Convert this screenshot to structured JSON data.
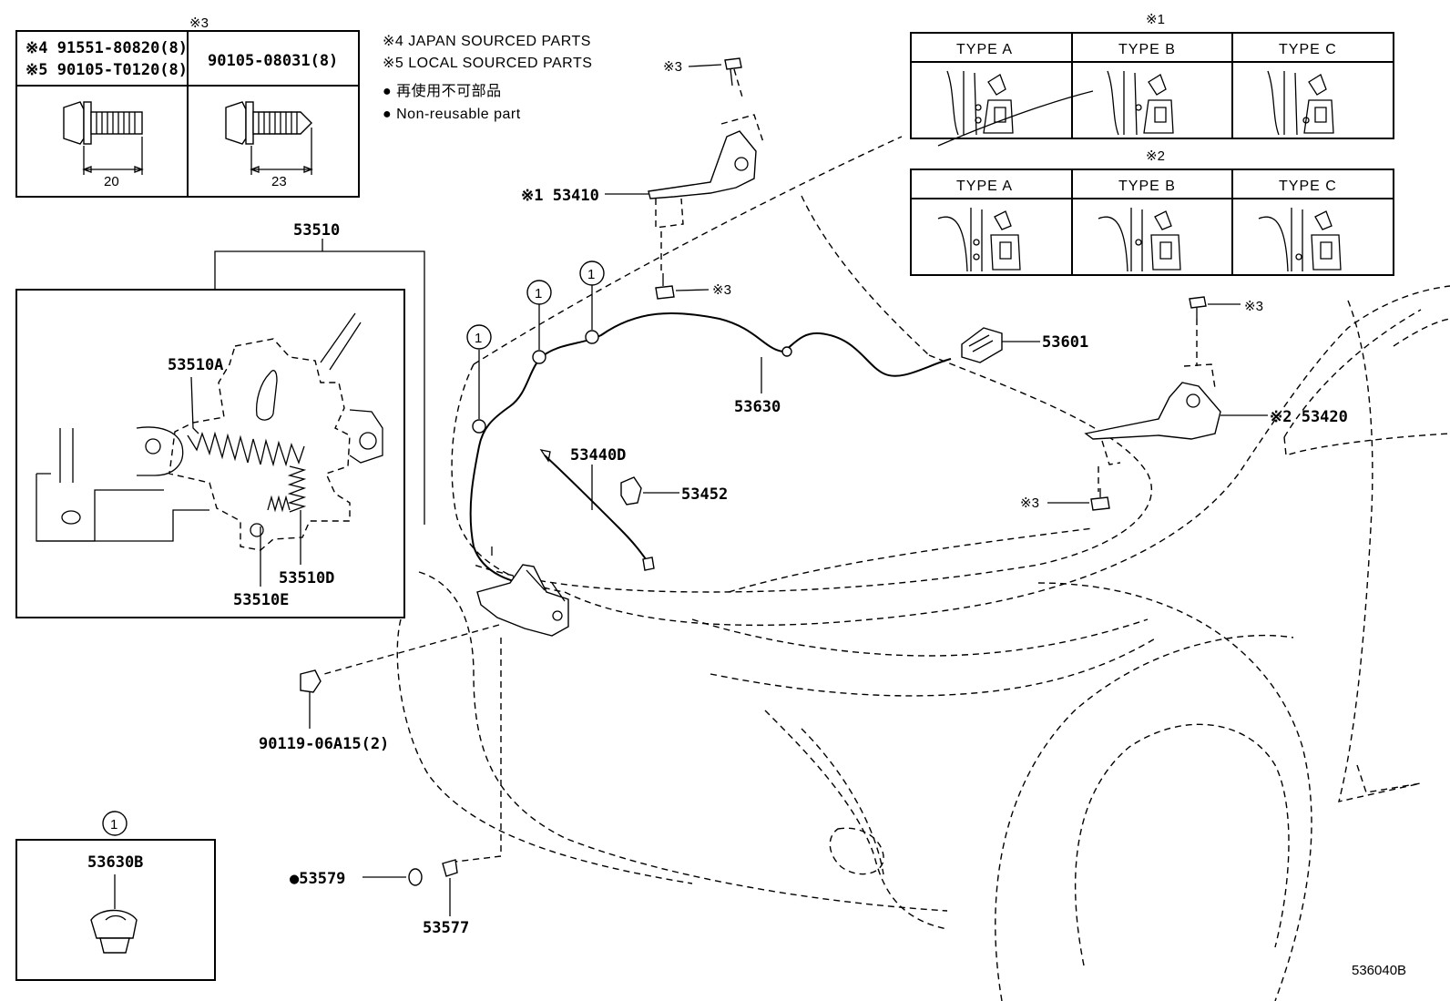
{
  "top_left_box": {
    "header_marker": "※3",
    "left_col_line1": "※4 91551-80820(8)",
    "left_col_line2": "※5 90105-T0120(8)",
    "right_col": "90105-08031(8)",
    "dim_left": "20",
    "dim_right": "23"
  },
  "notes": {
    "note1": "※4 JAPAN SOURCED PARTS",
    "note2": "※5 LOCAL SOURCED PARTS",
    "note3": "● 再使用不可部品",
    "note4": "● Non-reusable part"
  },
  "type_table_1": {
    "marker": "※1",
    "types": [
      "TYPE A",
      "TYPE B",
      "TYPE C"
    ]
  },
  "type_table_2": {
    "marker": "※2",
    "types": [
      "TYPE A",
      "TYPE B",
      "TYPE C"
    ]
  },
  "callouts": {
    "p53510": "53510",
    "p53510A": "53510A",
    "p53510D": "53510D",
    "p53510E": "53510E",
    "p53410": "※1 53410",
    "p53420": "※2 53420",
    "p53630": "53630",
    "p53601": "53601",
    "p53440D": "53440D",
    "p53452": "53452",
    "p90119": "90119-06A15(2)",
    "p53579": "●53579",
    "p53577": "53577",
    "p53630B": "53630B",
    "marker3a": "※3",
    "marker3b": "※3",
    "marker3c": "※3",
    "marker3d": "※3",
    "circle1": "1",
    "circle2": "1",
    "circle3": "1",
    "circle4": "1"
  },
  "footer": {
    "code": "536040B"
  }
}
